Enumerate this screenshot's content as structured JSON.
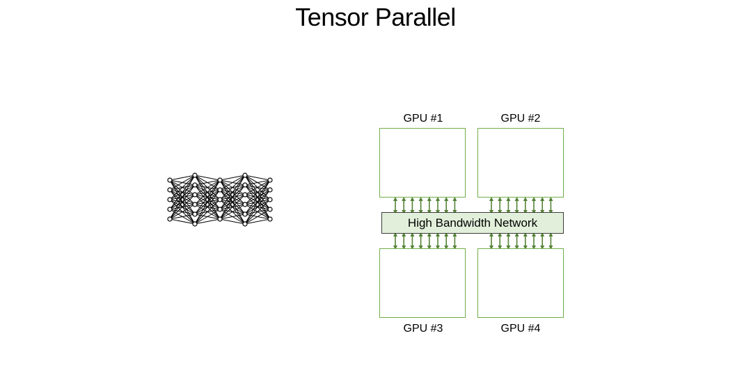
{
  "title": "Tensor Parallel",
  "network": {
    "label": "High Bandwidth Network"
  },
  "gpus": [
    {
      "label": "GPU #1"
    },
    {
      "label": "GPU #2"
    },
    {
      "label": "GPU #3"
    },
    {
      "label": "GPU #4"
    }
  ],
  "arrows_per_gpu": 8,
  "neural_net": {
    "layers": [
      5,
      6,
      5,
      6,
      5
    ]
  },
  "colors": {
    "gpu_border": "#70ad47",
    "arrow": "#548235",
    "network_fill": "#e2efda",
    "network_border": "#3b3b3b",
    "nn_line": "#000000"
  }
}
